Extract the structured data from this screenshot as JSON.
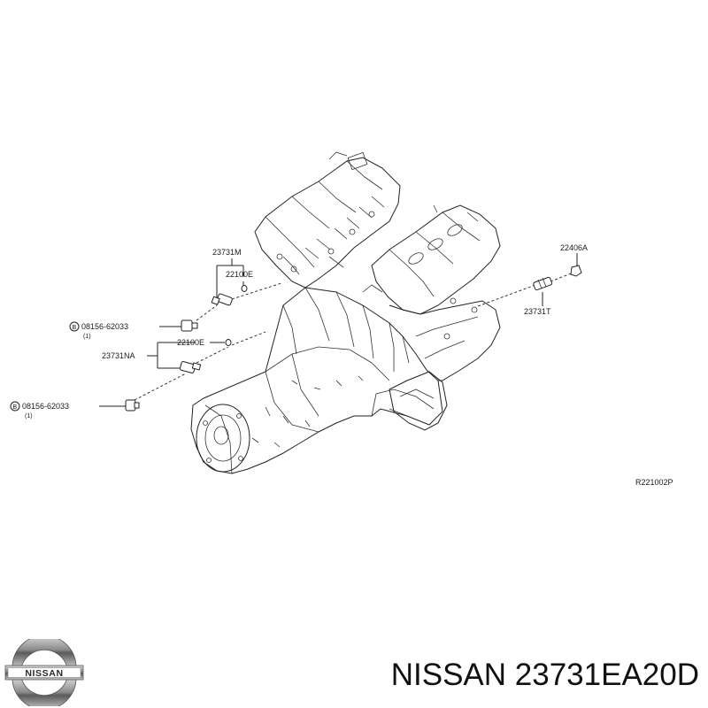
{
  "diagram": {
    "callouts": {
      "c_23731m": "23731M",
      "c_22100e_top": "22100E",
      "c_bolt_top": "08156-62033",
      "c_bolt_top_qty": "(1)",
      "c_22100e_mid": "22100E",
      "c_23731na": "23731NA",
      "c_bolt_bot": "08156-62033",
      "c_bolt_bot_qty": "(1)",
      "c_22406a": "22406A",
      "c_23731t": "23731T",
      "c_bolt_mark": "B"
    },
    "ref_code": "R221002P"
  },
  "footer": {
    "title": "NISSAN 23731EA20D",
    "logo_text": "NISSAN"
  }
}
